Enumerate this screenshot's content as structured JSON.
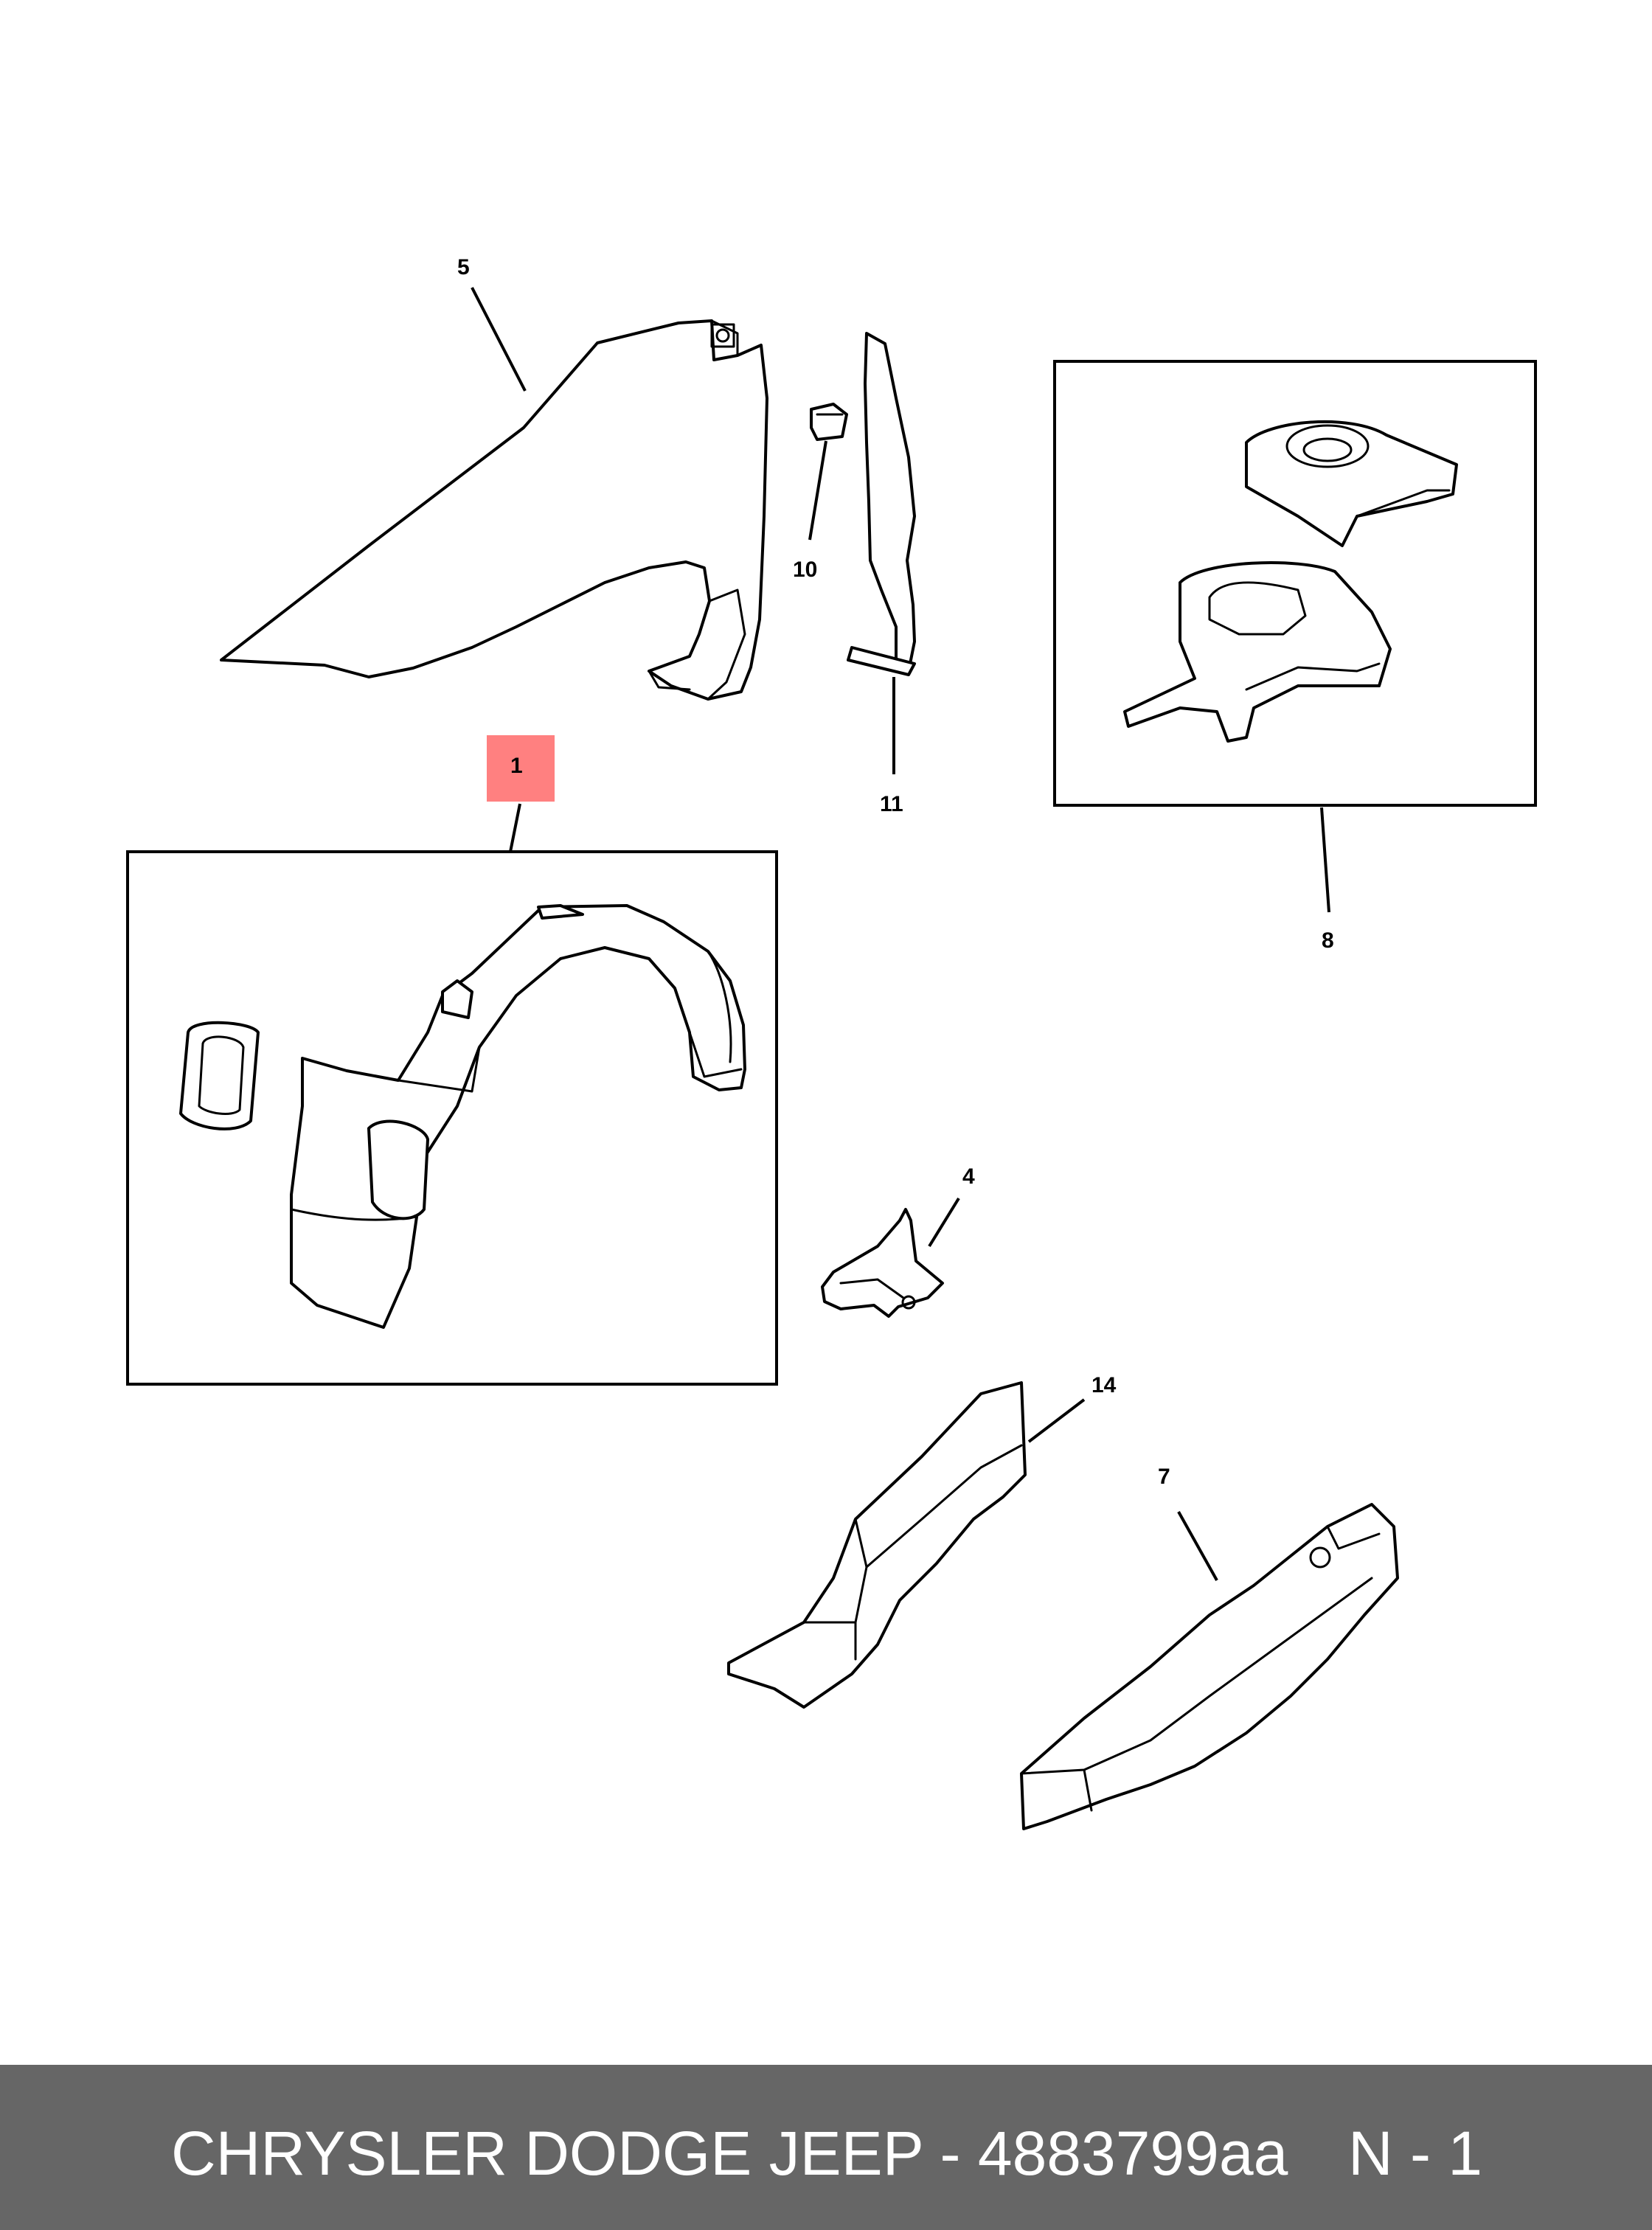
{
  "callouts": {
    "part_1": "1",
    "part_4": "4",
    "part_5": "5",
    "part_7": "7",
    "part_8": "8",
    "part_10": "10",
    "part_11": "11",
    "part_14": "14"
  },
  "highlight": {
    "color": "#ff8080",
    "part": "1"
  },
  "footer": {
    "brand_part": "CHRYSLER DODGE JEEP - 4883799aa",
    "page": "N - 1",
    "background": "#666666"
  }
}
